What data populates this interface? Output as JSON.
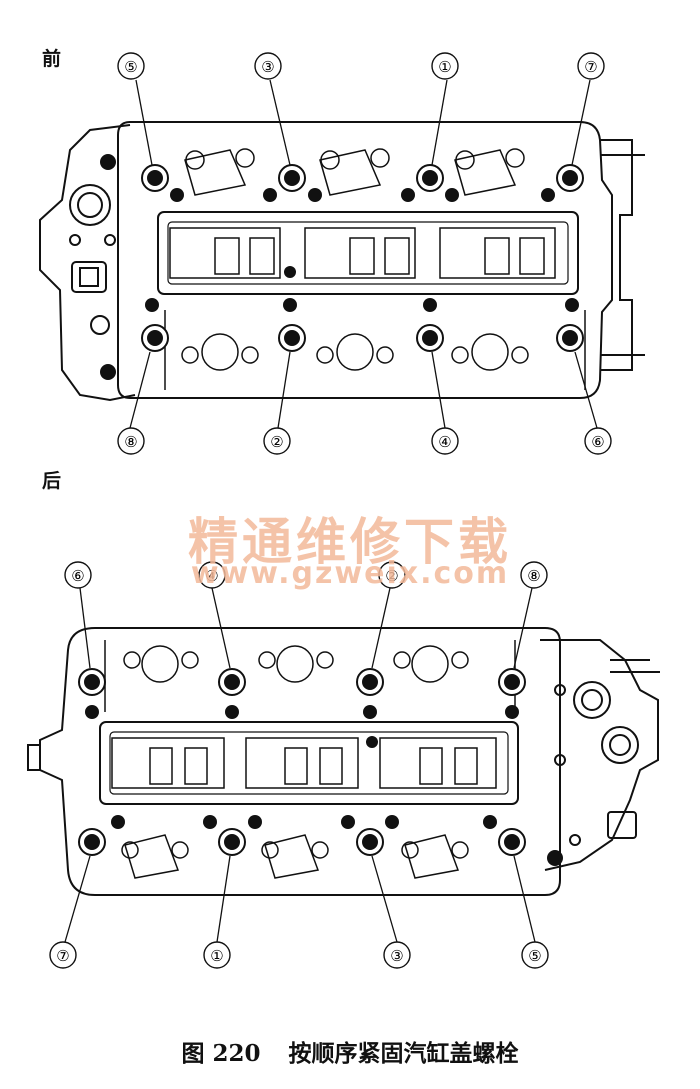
{
  "front_label": "前",
  "rear_label": "后",
  "watermark": {
    "chinese": "精通维修下载",
    "url": "www.gzweix.com"
  },
  "caption": {
    "figure_number": "图 220",
    "title": "按顺序紧固汽缸盖螺栓"
  },
  "front_head": {
    "top_callouts": [
      "⑤",
      "③",
      "①",
      "⑦"
    ],
    "bottom_callouts": [
      "⑧",
      "②",
      "④",
      "⑥"
    ]
  },
  "rear_head": {
    "top_callouts": [
      "⑥",
      "④",
      "②",
      "⑧"
    ],
    "bottom_callouts": [
      "⑦",
      "①",
      "③",
      "⑤"
    ]
  }
}
